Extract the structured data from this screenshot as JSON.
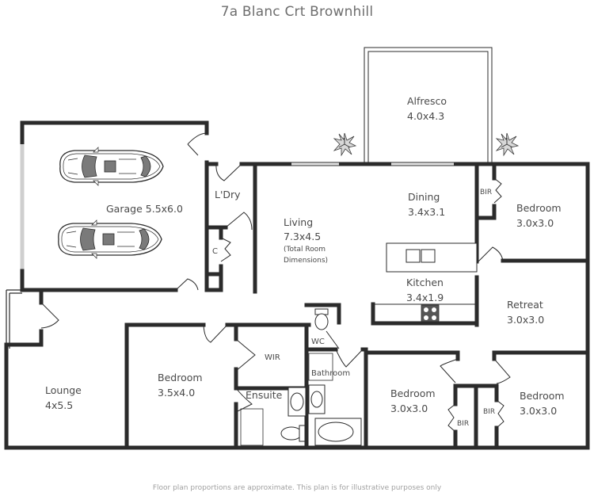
{
  "header": {
    "title": "7a Blanc Crt Brownhill"
  },
  "footer": {
    "disclaimer": "Floor plan proportions are approximate. This plan is for illustrative purposes only"
  },
  "rooms": {
    "garage": {
      "name": "Garage",
      "size": "5.5x6.0"
    },
    "laundry": {
      "name": "L'Dry"
    },
    "cupboard": {
      "name": "C"
    },
    "living": {
      "name": "Living",
      "size": "7.3x4.5",
      "note_line1": "(Total Room",
      "note_line2": "Dimensions)"
    },
    "alfresco": {
      "name": "Alfresco",
      "size": "4.0x4.3"
    },
    "dining": {
      "name": "Dining",
      "size": "3.4x3.1"
    },
    "kitchen": {
      "name": "Kitchen",
      "size": "3.4x1.9"
    },
    "bedroom_ne": {
      "name": "Bedroom",
      "size": "3.0x3.0",
      "robe": "BIR"
    },
    "retreat": {
      "name": "Retreat",
      "size": "3.0x3.0"
    },
    "lounge": {
      "name": "Lounge",
      "size": "4x5.5"
    },
    "bedroom_master": {
      "name": "Bedroom",
      "size": "3.5x4.0"
    },
    "wir": {
      "name": "WIR"
    },
    "ensuite": {
      "name": "Ensuite"
    },
    "wc": {
      "name": "WC"
    },
    "bathroom": {
      "name": "Bathroom"
    },
    "bedroom_s": {
      "name": "Bedroom",
      "size": "3.0x3.0",
      "robe": "BIR"
    },
    "bedroom_se": {
      "name": "Bedroom",
      "size": "3.0x3.0",
      "robe": "BIR"
    }
  },
  "colors": {
    "wall": "#2b2b2b",
    "text": "#4a4a4a",
    "title": "#6e6e6e",
    "window": "#8a8a8a",
    "car_glass": "#7a7a7a"
  }
}
